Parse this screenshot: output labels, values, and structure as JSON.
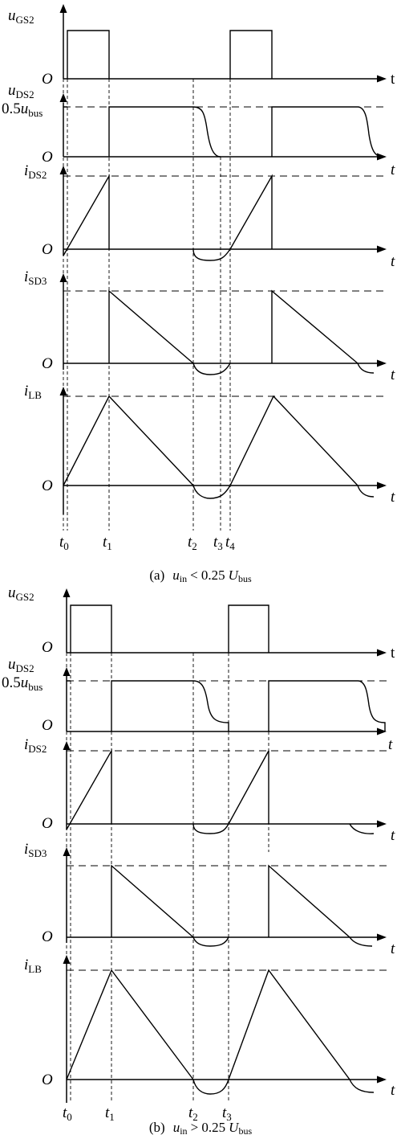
{
  "panels": [
    {
      "caption": {
        "tag": "(a)",
        "var": "u",
        "var_sub": "in",
        "rel": "< 0.25",
        "bus_var": "U",
        "bus_sub": "bus"
      },
      "traces": [
        {
          "var": "u",
          "sub": "GS2"
        },
        {
          "var": "u",
          "sub": "DS2",
          "level_coef": "0.5",
          "level_var": "u",
          "level_sub": "bus"
        },
        {
          "var": "i",
          "sub": "DS2"
        },
        {
          "var": "i",
          "sub": "SD3"
        },
        {
          "var": "i",
          "sub": "LB"
        }
      ],
      "origin_label": "O",
      "axis_label": "t",
      "time_marks": [
        {
          "var": "t",
          "sub": "0"
        },
        {
          "var": "t",
          "sub": "1"
        },
        {
          "var": "t",
          "sub": "2"
        },
        {
          "var": "t",
          "sub": "3"
        },
        {
          "var": "t",
          "sub": "4"
        }
      ]
    },
    {
      "caption": {
        "tag": "(b)",
        "var": "u",
        "var_sub": "in",
        "rel": "> 0.25",
        "bus_var": "U",
        "bus_sub": "bus"
      },
      "traces": [
        {
          "var": "u",
          "sub": "GS2"
        },
        {
          "var": "u",
          "sub": "DS2",
          "level_coef": "0.5",
          "level_var": "u",
          "level_sub": "bus"
        },
        {
          "var": "i",
          "sub": "DS2"
        },
        {
          "var": "i",
          "sub": "SD3"
        },
        {
          "var": "i",
          "sub": "LB"
        }
      ],
      "origin_label": "O",
      "axis_label": "t",
      "time_marks": [
        {
          "var": "t",
          "sub": "0"
        },
        {
          "var": "t",
          "sub": "1"
        },
        {
          "var": "t",
          "sub": "2"
        },
        {
          "var": "t",
          "sub": "3"
        }
      ]
    }
  ]
}
